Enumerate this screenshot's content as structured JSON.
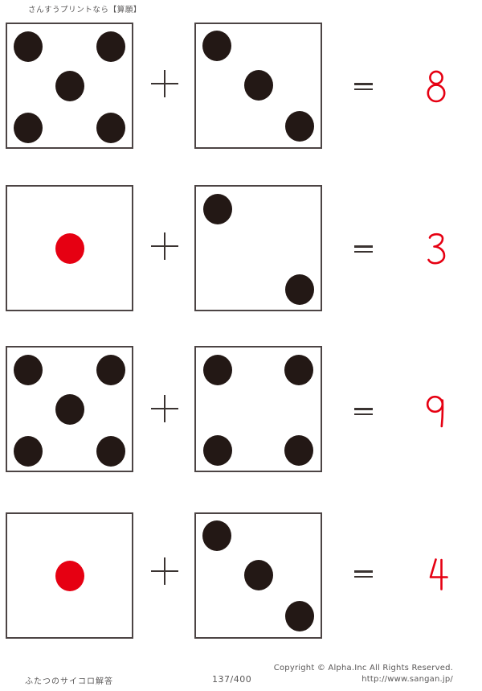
{
  "header": {
    "title": "さんすうプリントなら【算願】"
  },
  "footer": {
    "worksheet_name": "ふたつのサイコロ解答",
    "page_number": "137/400",
    "copyright": "Copyright ©  Alpha.Inc All Rights Reserved.",
    "url": "http://www.sangan.jp/"
  },
  "colors": {
    "pip_black": "#231815",
    "pip_red": "#e60012",
    "answer_red": "#e60012",
    "die_border": "#4c4444",
    "operator": "#3a3331",
    "text_gray": "#595757"
  },
  "operators": {
    "plus": "+",
    "equals": "="
  },
  "problems": [
    {
      "left_die_pips": 5,
      "left_die_pip_color": "black",
      "right_die_pips": 3,
      "right_die_pip_color": "black",
      "answer": "8"
    },
    {
      "left_die_pips": 1,
      "left_die_pip_color": "red",
      "right_die_pips": 2,
      "right_die_pip_color": "black",
      "answer": "3"
    },
    {
      "left_die_pips": 5,
      "left_die_pip_color": "black",
      "right_die_pips": 4,
      "right_die_pip_color": "black",
      "answer": "9"
    },
    {
      "left_die_pips": 1,
      "left_die_pip_color": "red",
      "right_die_pips": 3,
      "right_die_pip_color": "black",
      "answer": "4"
    }
  ]
}
